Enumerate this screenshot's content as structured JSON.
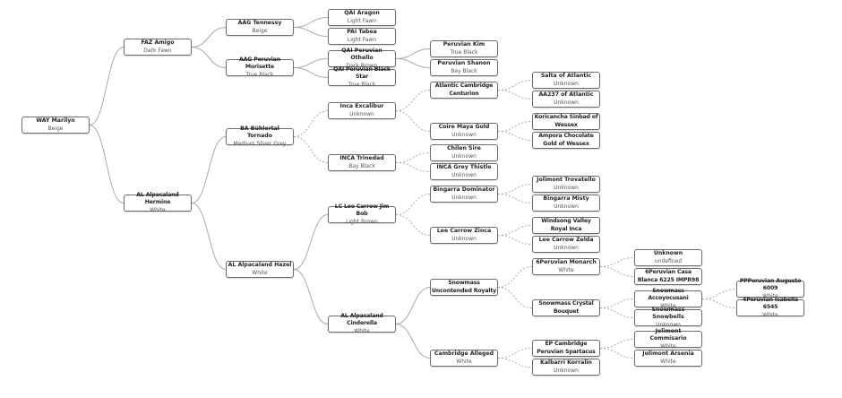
{
  "pedigree": {
    "root": {
      "name": "WAY Marilyn",
      "color": "Beige"
    },
    "nodes": [
      {
        "id": "n1",
        "name": "WAY Marilyn",
        "color": "Beige",
        "parent": null,
        "link": "solid"
      },
      {
        "id": "n2",
        "name": "FAZ Amigo",
        "color": "Dark Fawn",
        "parent": "n1",
        "link": "solid"
      },
      {
        "id": "n3",
        "name": "AL Alpacaland Hermine",
        "color": "White",
        "parent": "n1",
        "link": "solid"
      },
      {
        "id": "n4",
        "name": "AAG Tennessy",
        "color": "Beige",
        "parent": "n2",
        "link": "solid"
      },
      {
        "id": "n5",
        "name": "AAG Peruvian Morisette",
        "color": "True Black",
        "parent": "n2",
        "link": "solid"
      },
      {
        "id": "n6",
        "name": "BA Bühlertal Tornado",
        "color": "Medium Silver Grey",
        "parent": "n3",
        "link": "solid"
      },
      {
        "id": "n7",
        "name": "AL Alpacaland Hazel",
        "color": "White",
        "parent": "n3",
        "link": "solid"
      },
      {
        "id": "n8",
        "name": "QAI Aragon",
        "color": "Light Fawn",
        "parent": "n4",
        "link": "solid"
      },
      {
        "id": "n9",
        "name": "PAI Tabea",
        "color": "Light Fawn",
        "parent": "n4",
        "link": "solid"
      },
      {
        "id": "n10",
        "name": "QAI Peruvian Othello",
        "color": "Dark Brown",
        "parent": "n5",
        "link": "solid"
      },
      {
        "id": "n11",
        "name": "QAI Peruvian Black Star",
        "color": "True Black",
        "parent": "n5",
        "link": "solid"
      },
      {
        "id": "n12",
        "name": "Peruvian Kim",
        "color": "True Black",
        "parent": "n10",
        "link": "solid"
      },
      {
        "id": "n13",
        "name": "Peruvian Shanon",
        "color": "Bay Black",
        "parent": "n10",
        "link": "solid"
      },
      {
        "id": "n14",
        "name": "Inca Excalibur",
        "color": "Unknown",
        "parent": "n6",
        "link": "dashed"
      },
      {
        "id": "n15",
        "name": "INCA Trinedad",
        "color": "Bay Black",
        "parent": "n6",
        "link": "dashed"
      },
      {
        "id": "n16",
        "name": "Atlantic Cambridge Centurion",
        "color": "",
        "parent": "n14",
        "link": "dashed"
      },
      {
        "id": "n17",
        "name": "Coire Maya Gold",
        "color": "Unknown",
        "parent": "n14",
        "link": "dashed"
      },
      {
        "id": "n18",
        "name": "Salta of Atlantic",
        "color": "Unknown",
        "parent": "n16",
        "link": "dashed"
      },
      {
        "id": "n19",
        "name": "AA237 of Atlantic",
        "color": "Unknown",
        "parent": "n16",
        "link": "dashed"
      },
      {
        "id": "n20",
        "name": "Koricancha Sinbad of Wessex",
        "color": "",
        "parent": "n17",
        "link": "dashed"
      },
      {
        "id": "n21",
        "name": "Ampora Chocolate Gold of Wessex",
        "color": "",
        "parent": "n17",
        "link": "dashed"
      },
      {
        "id": "n22",
        "name": "Chilen Sire",
        "color": "Unknown",
        "parent": "n15",
        "link": "dashed"
      },
      {
        "id": "n23",
        "name": "INCA Grey Thistle",
        "color": "Unknown",
        "parent": "n15",
        "link": "dashed"
      },
      {
        "id": "n24",
        "name": "LC Lee Carrow Jim Bob",
        "color": "Light Brown",
        "parent": "n7",
        "link": "solid"
      },
      {
        "id": "n25",
        "name": "AL Alpacaland Cinderella",
        "color": "White",
        "parent": "n7",
        "link": "solid"
      },
      {
        "id": "n26",
        "name": "Bingarra Dominator",
        "color": "Unknown",
        "parent": "n24",
        "link": "dashed"
      },
      {
        "id": "n27",
        "name": "Lee Carrow Zinca",
        "color": "Unknown",
        "parent": "n24",
        "link": "dashed"
      },
      {
        "id": "n28",
        "name": "Jolimont Trovatello",
        "color": "Unknown",
        "parent": "n26",
        "link": "dashed"
      },
      {
        "id": "n29",
        "name": "Bingarra Misty",
        "color": "Unknown",
        "parent": "n26",
        "link": "dashed"
      },
      {
        "id": "n30",
        "name": "Windsong Valley Royal Inca",
        "color": "",
        "parent": "n27",
        "link": "dashed"
      },
      {
        "id": "n31",
        "name": "Lee Carrow Zelda",
        "color": "Unknown",
        "parent": "n27",
        "link": "dashed"
      },
      {
        "id": "n32",
        "name": "Snowmass Uncontended Royalty",
        "color": "",
        "parent": "n25",
        "link": "solid"
      },
      {
        "id": "n33",
        "name": "Cambridge Alleged",
        "color": "White",
        "parent": "n25",
        "link": "solid"
      },
      {
        "id": "n34",
        "name": "6Peruvian Monarch",
        "color": "White",
        "parent": "n32",
        "link": "dashed"
      },
      {
        "id": "n35",
        "name": "Snowmass Crystal Bouquet",
        "color": "",
        "parent": "n32",
        "link": "dashed"
      },
      {
        "id": "n36",
        "name": "Unknown",
        "color": "undefined",
        "parent": "n34",
        "link": "dashed"
      },
      {
        "id": "n37",
        "name": "6Peruvian Casa Blanca 6225 IMPR98",
        "color": "",
        "parent": "n34",
        "link": "dashed"
      },
      {
        "id": "n38",
        "name": "Snowmass Accoyocusani",
        "color": "White",
        "parent": "n35",
        "link": "dashed"
      },
      {
        "id": "n39",
        "name": "Snowmass Snowbells",
        "color": "Unknown",
        "parent": "n35",
        "link": "dashed"
      },
      {
        "id": "n40",
        "name": "PPPeruvian Augusto 6009",
        "color": "White",
        "parent": "n38",
        "link": "dashed"
      },
      {
        "id": "n41",
        "name": "4Peruvian Isabella 6545",
        "color": "White",
        "parent": "n38",
        "link": "dashed"
      },
      {
        "id": "n42",
        "name": "EP Cambridge Peruvian Spartacus",
        "color": "",
        "parent": "n33",
        "link": "dashed"
      },
      {
        "id": "n43",
        "name": "Kalbarri Korralin",
        "color": "Unknown",
        "parent": "n33",
        "link": "dashed"
      },
      {
        "id": "n44",
        "name": "Jolimont Commisario",
        "color": "White",
        "parent": "n42",
        "link": "dashed"
      },
      {
        "id": "n45",
        "name": "Jolimont Arsenia",
        "color": "White",
        "parent": "n42",
        "link": "dashed"
      }
    ]
  },
  "colors": {
    "line": "#aaaaaa",
    "border": "#6b6b6b",
    "text": "#222222",
    "subtext": "#555555"
  }
}
